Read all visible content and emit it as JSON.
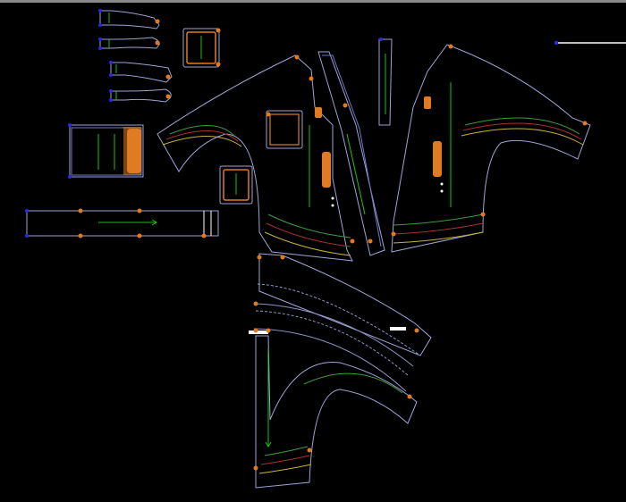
{
  "window": {
    "title": ""
  },
  "canvas": {
    "background": "#000000"
  },
  "colors": {
    "outline": "#9fa4d8",
    "cut_line": "#8f94c8",
    "grainline": "#19c219",
    "notch": "#e07b24",
    "anchor": "#2a2ae8",
    "hem_green": "#3e9b3e",
    "hem_red": "#a83232",
    "hem_yellow": "#c8b040",
    "hem_blue": "#6e78c8",
    "marker_white": "#ffffff"
  },
  "pieces": [
    {
      "id": "cuff-strip-1",
      "kind": "small pattern piece"
    },
    {
      "id": "cuff-strip-2",
      "kind": "small pattern piece"
    },
    {
      "id": "cuff-strip-3",
      "kind": "small pattern piece"
    },
    {
      "id": "cuff-strip-4",
      "kind": "small pattern piece"
    },
    {
      "id": "pocket-upper",
      "kind": "pocket"
    },
    {
      "id": "pocket-lower",
      "kind": "pocket"
    },
    {
      "id": "pocket-front",
      "kind": "pocket"
    },
    {
      "id": "button-placket",
      "kind": "placket"
    },
    {
      "id": "waistband",
      "kind": "band"
    },
    {
      "id": "narrow-strip",
      "kind": "facing"
    },
    {
      "id": "jacket-front-left",
      "kind": "front panel"
    },
    {
      "id": "front-facing",
      "kind": "facing"
    },
    {
      "id": "jacket-front-right",
      "kind": "front panel"
    },
    {
      "id": "sleeve-stack",
      "kind": "sleeve set"
    },
    {
      "id": "sleeve-lower",
      "kind": "sleeve"
    }
  ],
  "ruler": {
    "visible": true
  }
}
